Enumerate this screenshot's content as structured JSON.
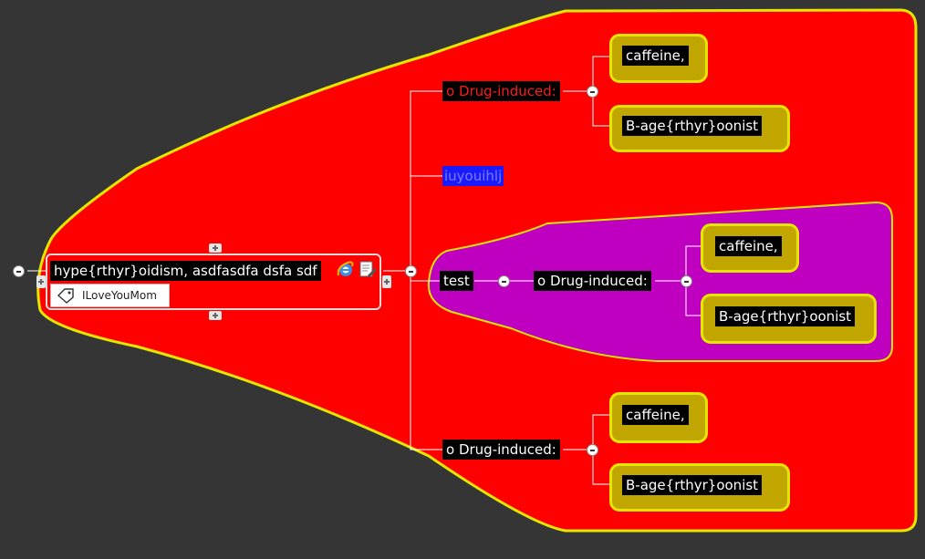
{
  "colors": {
    "background": "#353535",
    "outer_boundary": "#ff0000",
    "outer_boundary_stroke": "#e6e600",
    "inner_boundary": "#c000c0",
    "leaf_boundary": "#c2a600",
    "topic_box": "#000000"
  },
  "central": {
    "title": "hype{rthyr}oidism, asdfasdfa dsfa sdf",
    "label": "ILoveYouMom",
    "icons": [
      "internet-explorer-icon",
      "note-edit-icon",
      "tag-icon"
    ]
  },
  "branches": {
    "drug_induced_1": {
      "label": "o Drug-induced:",
      "children": [
        "caffeine,",
        "B-age{rthyr}oonist"
      ]
    },
    "iuyou": {
      "label": "iuyouihlj"
    },
    "test": {
      "label": "test",
      "child": {
        "label": "o Drug-induced:",
        "children": [
          "caffeine,",
          "B-age{rthyr}oonist"
        ]
      }
    },
    "drug_induced_2": {
      "label": "o Drug-induced:",
      "children": [
        "caffeine,",
        "B-age{rthyr}oonist"
      ]
    }
  }
}
